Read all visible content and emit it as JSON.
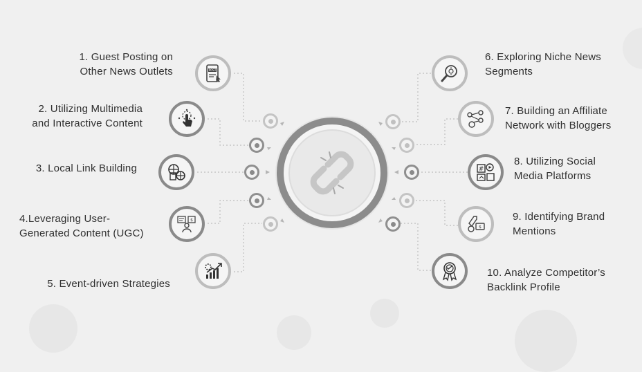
{
  "left_items": [
    {
      "line1": "1. Guest Posting on",
      "line2": "Other News Outlets",
      "icon": "post-icon"
    },
    {
      "line1": "2. Utilizing Multimedia",
      "line2": "and Interactive Content",
      "icon": "touch-icon"
    },
    {
      "line1": "3. Local Link Building",
      "line2": "",
      "icon": "globe-location-icon"
    },
    {
      "line1": "4.Leveraging User-",
      "line2": "Generated Content (UGC)",
      "icon": "user-content-icon"
    },
    {
      "line1": "5. Event-driven Strategies",
      "line2": "",
      "icon": "growth-chart-icon"
    }
  ],
  "right_items": [
    {
      "line1": "6. Exploring Niche News",
      "line2": "Segments",
      "icon": "magnifier-icon"
    },
    {
      "line1": "7. Building an Affiliate",
      "line2": "Network with Bloggers",
      "icon": "network-icon"
    },
    {
      "line1": "8. Utilizing Social",
      "line2": "Media Platforms",
      "icon": "social-media-icon"
    },
    {
      "line1": "9. Identifying Brand",
      "line2": "Mentions",
      "icon": "brand-tag-icon"
    },
    {
      "line1": "10. Analyze Competitor’s",
      "line2": "Backlink Profile",
      "icon": "award-badge-icon"
    }
  ],
  "center": {
    "icon": "broken-link-icon"
  }
}
